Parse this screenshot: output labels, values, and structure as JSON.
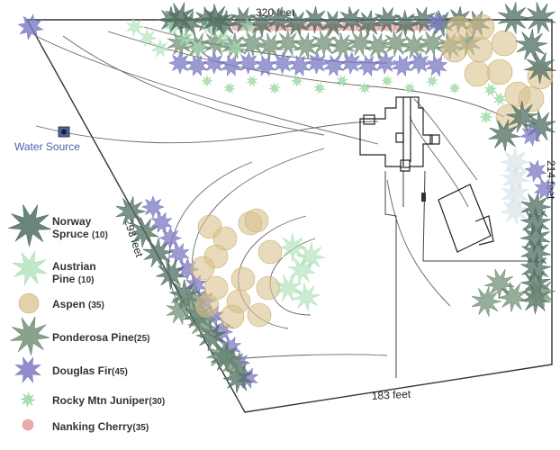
{
  "dimensions": {
    "top": "320 feet",
    "left": "293 feet",
    "right": "214 feet",
    "bottom": "183 feet"
  },
  "water_source": {
    "label": "Water Source"
  },
  "legend": [
    {
      "name_line1": "Norway",
      "name_line2": "Spruce",
      "count": "(10)",
      "color": "#4f6e62",
      "icon": "norway-spruce-icon"
    },
    {
      "name_line1": "Austrian",
      "name_line2": "Pine",
      "count": "(10)",
      "color": "#a8e0b4",
      "icon": "austrian-pine-icon"
    },
    {
      "name_line1": "Aspen",
      "name_line2": "",
      "count": "(35)",
      "color": "#d9c28d",
      "icon": "aspen-icon"
    },
    {
      "name_line1": "Ponderosa Pine",
      "name_line2": "",
      "count": "(25)",
      "color": "#6b8a70",
      "icon": "ponderosa-pine-icon"
    },
    {
      "name_line1": "Douglas Fir",
      "name_line2": "",
      "count": "(45)",
      "color": "#7b79c2",
      "icon": "douglas-fir-icon"
    },
    {
      "name_line1": "Rocky Mtn Juniper",
      "name_line2": "",
      "count": "(30)",
      "color": "#9fd9a8",
      "icon": "rocky-mtn-juniper-icon"
    },
    {
      "name_line1": "Nanking Cherry",
      "name_line2": "",
      "count": "(35)",
      "color": "#e58f8f",
      "icon": "nanking-cherry-icon"
    }
  ],
  "colors": {
    "norway_spruce": "#4f6e62",
    "ponderosa": "#6b8a70",
    "douglas_fir": "#7b79c2",
    "austrian_pine": "#a8e0b4",
    "juniper": "#9fd9a8",
    "aspen": "#d9c28d",
    "cherry": "#e58f8f",
    "boundary": "#333333",
    "contour": "#555555",
    "water": "#4a63a8"
  }
}
